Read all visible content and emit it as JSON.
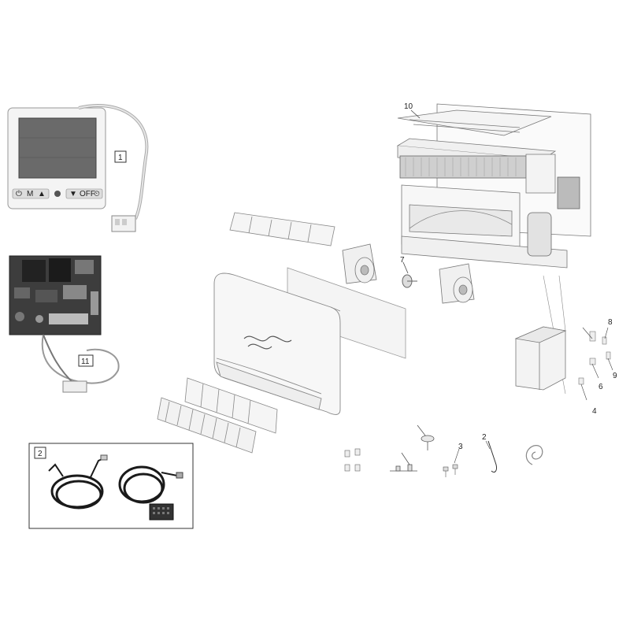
{
  "diagram": {
    "callouts": {
      "c1": "1",
      "c2": "2",
      "c2b": "2",
      "c3": "3",
      "c4": "4",
      "c6": "6",
      "c7": "7",
      "c8": "8",
      "c9": "9",
      "c10": "10",
      "c11": "11"
    },
    "controller_buttons": [
      "⏻",
      "M",
      "▲",
      "●",
      "▼",
      "OFF",
      "⏲"
    ]
  }
}
